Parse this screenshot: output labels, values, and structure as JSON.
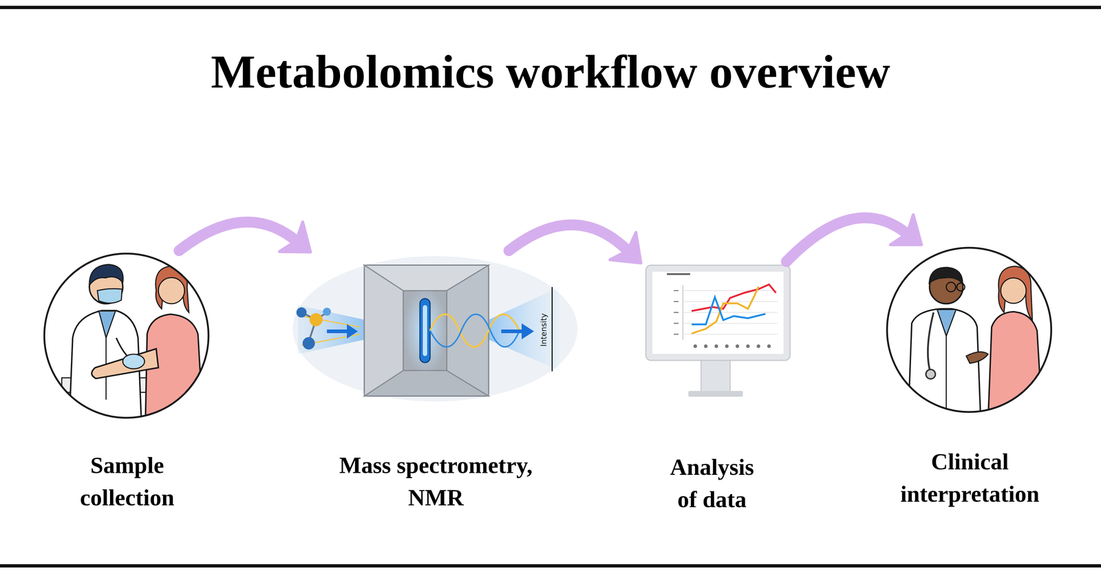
{
  "diagram": {
    "title": "Metabolomics workflow overview",
    "nodes": [
      {
        "text": [
          "Sample collection"
        ]
      },
      {
        "text": [
          "Mass spectrometry, NMR"
        ]
      },
      {
        "text": [
          "Analysis of data"
        ]
      },
      {
        "text": [
          "Clinical interpretation"
        ]
      }
    ],
    "edges": [
      {
        "from": 0,
        "to": 1,
        "arrow": "to"
      },
      {
        "from": 1,
        "to": 2,
        "arrow": "to"
      },
      {
        "from": 2,
        "to": 3,
        "arrow": "to"
      }
    ],
    "labels": [
      "Intensity"
    ]
  }
}
